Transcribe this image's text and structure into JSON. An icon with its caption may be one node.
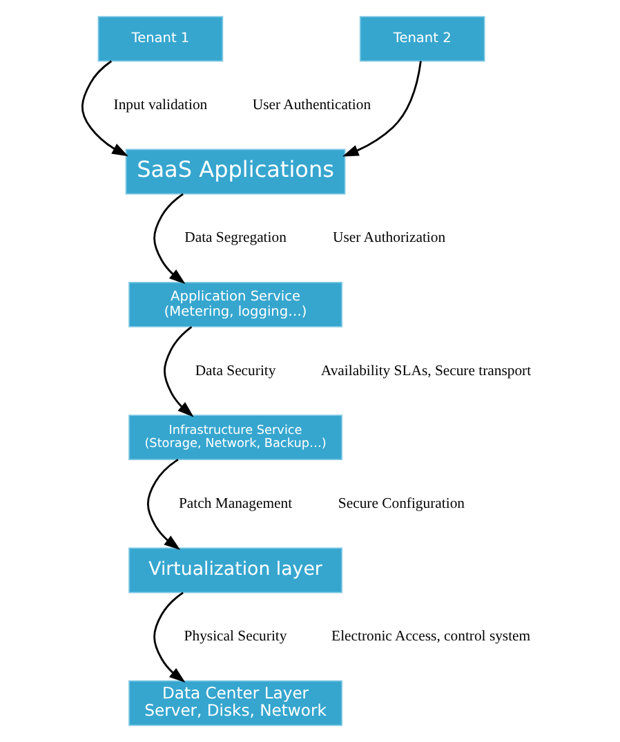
{
  "diagram": {
    "nodes": [
      {
        "text": [
          "Tenant 1"
        ]
      },
      {
        "text": [
          "Tenant 2"
        ]
      },
      {
        "text": [
          "SaaS Applications"
        ]
      },
      {
        "text": [
          "Application Service",
          "(Metering, logging…)"
        ]
      },
      {
        "text": [
          "Infrastructure Service",
          "(Storage, Network, Backup…)"
        ]
      },
      {
        "text": [
          "Virtualization layer"
        ]
      },
      {
        "text": [
          "Data Center Layer",
          "Server, Disks, Network"
        ]
      }
    ],
    "edges": [
      {
        "from": 0,
        "to": 2,
        "arrow": "to"
      },
      {
        "from": 1,
        "to": 2,
        "arrow": "to"
      },
      {
        "from": 2,
        "to": 3,
        "arrow": "to"
      },
      {
        "from": 3,
        "to": 4,
        "arrow": "to"
      },
      {
        "from": 4,
        "to": 5,
        "arrow": "to"
      },
      {
        "from": 5,
        "to": 6,
        "arrow": "to"
      }
    ],
    "labels": [
      "Input validation",
      "User Authentication",
      "Data Segregation",
      "User Authorization",
      "Data Security",
      "Availability SLAs, Secure transport",
      "Patch Management",
      "Secure Configuration",
      "Physical Security",
      "Electronic Access, control system"
    ]
  }
}
